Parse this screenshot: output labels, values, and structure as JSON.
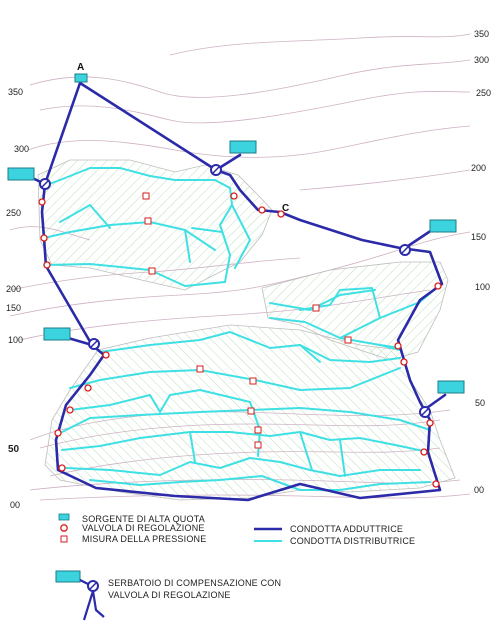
{
  "points": {
    "a": "A",
    "c": "C"
  },
  "elevations": {
    "left": [
      "350",
      "300",
      "250",
      "200",
      "150",
      "100",
      "50",
      "00"
    ],
    "right": [
      "350",
      "300",
      "250",
      "200",
      "150",
      "100",
      "50",
      "00"
    ]
  },
  "legend": {
    "source": "SORGENTE DI ALTA QUOTA",
    "valve": "VALVOLA DI REGOLAZIONE",
    "pressure": "MISURA DELLA PRESSIONE",
    "main_pipe": "CONDOTTA ADDUTTRICE",
    "dist_pipe": "CONDOTTA DISTRIBUTRICE",
    "tank_line1": "SERBATOIO DI COMPENSAZIONE CON",
    "tank_line2": "VALVOLA DI REGOLAZIONE"
  },
  "colors": {
    "main_pipe": "#2a2aa8",
    "dist_pipe": "#33dde0",
    "contour": "#c9a7bd",
    "hatch": "#9fd49f",
    "valve": "#d81e1e",
    "tank": "#2fd0dc"
  }
}
